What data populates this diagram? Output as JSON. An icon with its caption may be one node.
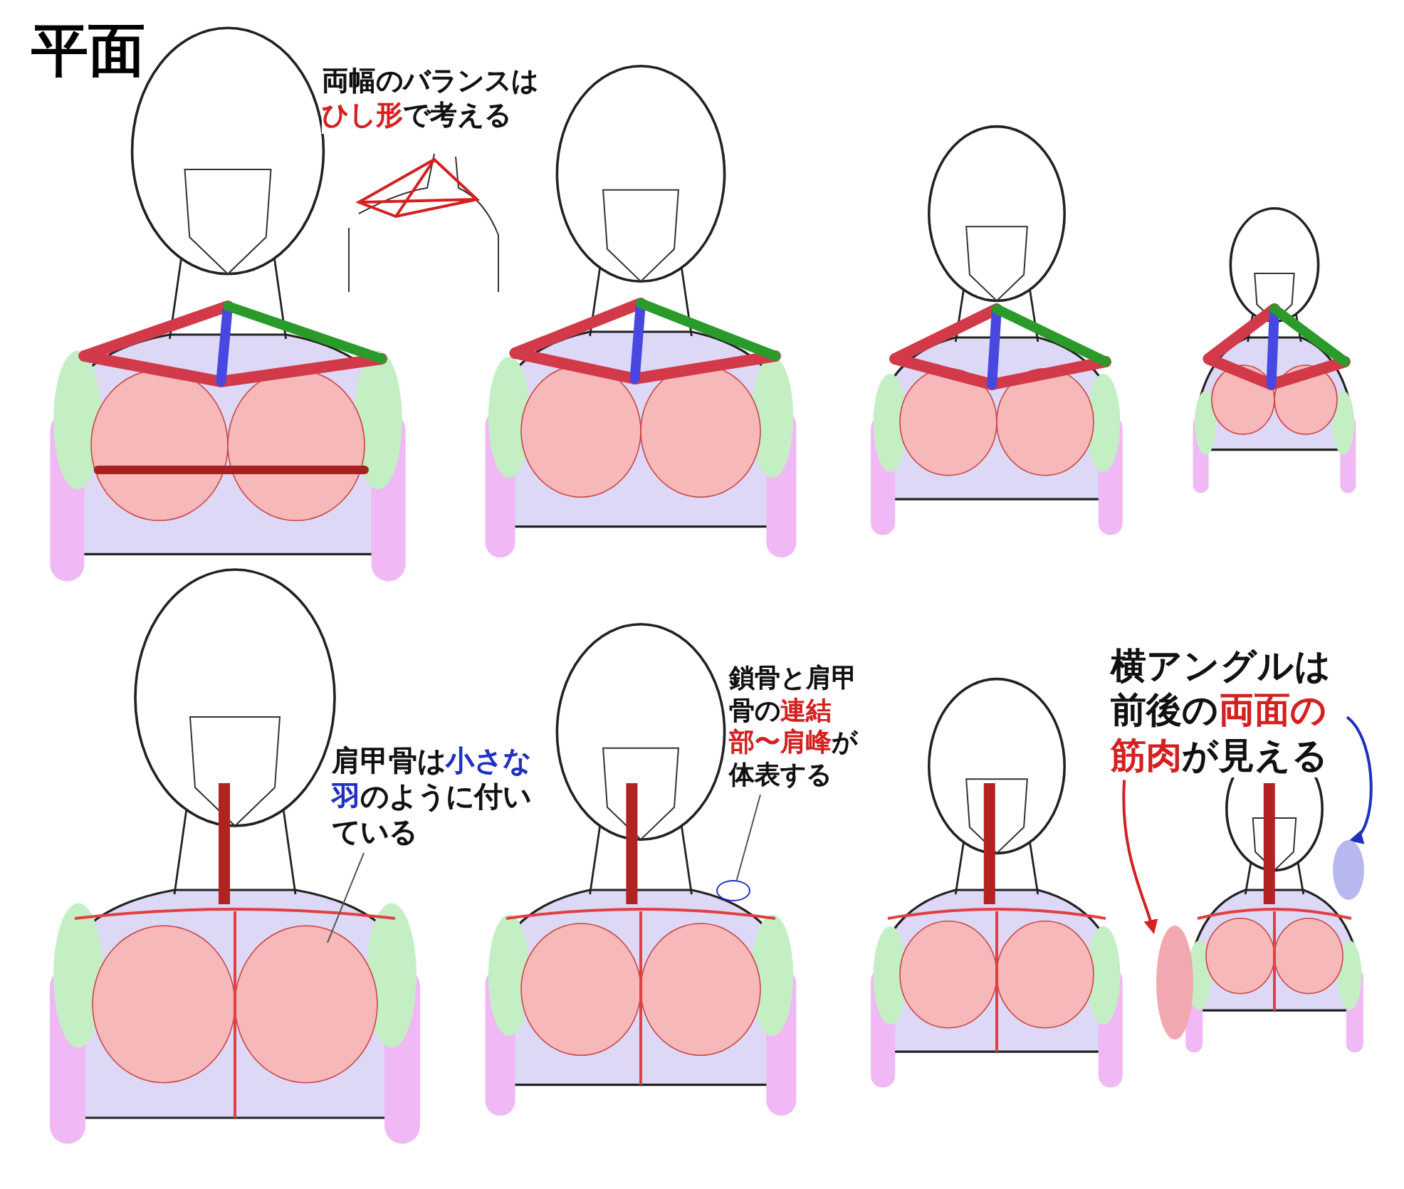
{
  "diagram": {
    "title": "平面",
    "nodes": [
      {
        "text": [
          "両幅のバランスは**ひし形**で考える"
        ]
      },
      {
        "text": [
          "肩甲骨は**小さな羽**のように付いている"
        ]
      },
      {
        "text": [
          "鎖骨と肩甲骨の**連結部〜肩峰**が体表する"
        ]
      },
      {
        "text": [],
        "shape": "circle"
      },
      {
        "text": [
          "横アングルは前後の**両面の筋肉**が見える"
        ]
      },
      {
        "text": [],
        "shape": "circle"
      },
      {
        "text": [],
        "shape": "circle"
      }
    ],
    "edges": [
      {
        "from": 1,
        "to": null,
        "arrow": "none"
      },
      {
        "from": 2,
        "to": 3,
        "arrow": "none"
      },
      {
        "from": 4,
        "to": 5,
        "arrow": "to",
        "color": "#d42020"
      },
      {
        "from": 4,
        "to": 6,
        "arrow": "to",
        "color": "#2030c0"
      }
    ]
  }
}
